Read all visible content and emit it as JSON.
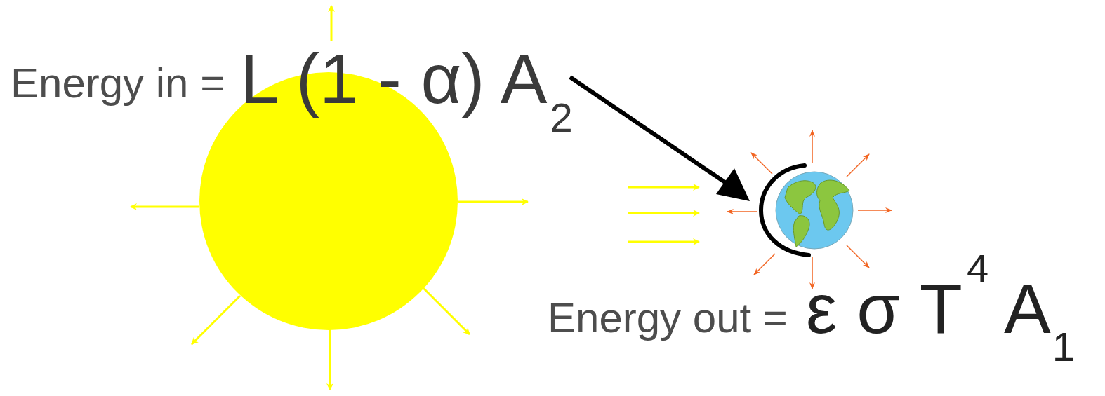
{
  "diagram": {
    "labels": [
      "Energy in =",
      "L (1 - α) A",
      "2",
      "Energy out =",
      "ε σ T",
      "4",
      "A",
      "1"
    ]
  }
}
